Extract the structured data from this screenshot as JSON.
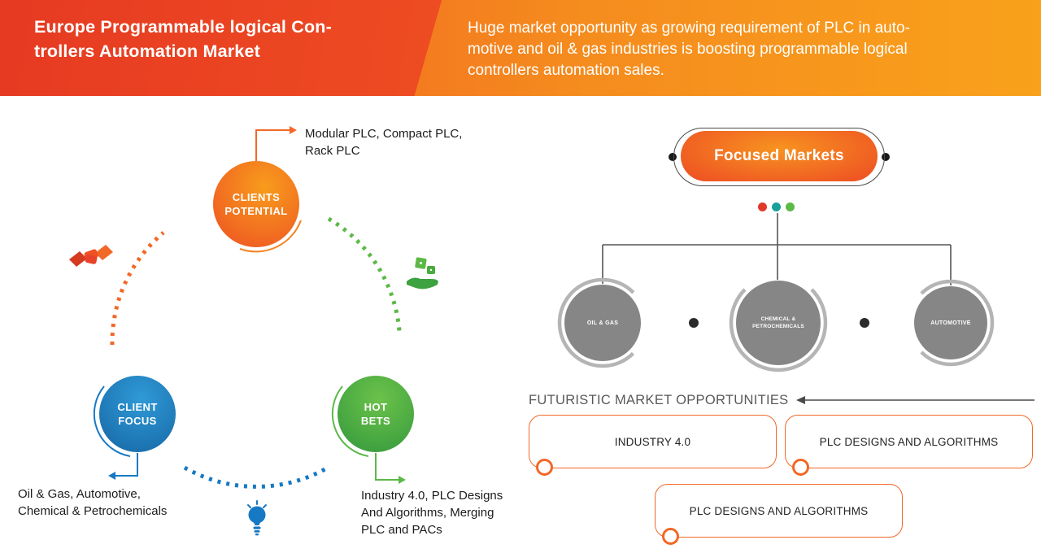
{
  "header": {
    "title": "Europe Programmable logical Con-\ntrollers Automation Market",
    "subtitle": "Huge market opportunity as growing requirement of PLC in auto-\nmotive and oil & gas industries is boosting programmable logical\ncontrollers automation sales."
  },
  "strategy": {
    "clients_potential": {
      "label": "CLIENTS\nPOTENTIAL",
      "note": "Modular PLC, Compact PLC,\nRack PLC"
    },
    "client_focus": {
      "label": "CLIENT\nFOCUS",
      "note": "Oil & Gas, Automotive,\nChemical & Petrochemicals"
    },
    "hot_bets": {
      "label": "HOT\nBETS",
      "note": "Industry 4.0, PLC Designs\nAnd Algorithms, Merging\nPLC and PACs"
    }
  },
  "focused_markets": {
    "title": "Focused Markets",
    "markets": [
      {
        "label": "OIL & GAS"
      },
      {
        "label": "CHEMICAL &\nPETROCHEMICALS"
      },
      {
        "label": "AUTOMOTIVE"
      }
    ]
  },
  "futuristic": {
    "heading": "FUTURISTIC MARKET OPPORTUNITIES",
    "boxes": [
      {
        "label": "INDUSTRY 4.0"
      },
      {
        "label": "PLC DESIGNS AND ALGORITHMS"
      },
      {
        "label": "PLC DESIGNS AND ALGORITHMS"
      }
    ]
  },
  "colors": {
    "header_red": "#e8432a",
    "header_orange": "#f7941d",
    "accent_orange": "#f26827",
    "accent_blue": "#1779c4",
    "accent_green": "#5cb947",
    "accent_teal": "#18a09b",
    "market_gray": "#868686"
  }
}
